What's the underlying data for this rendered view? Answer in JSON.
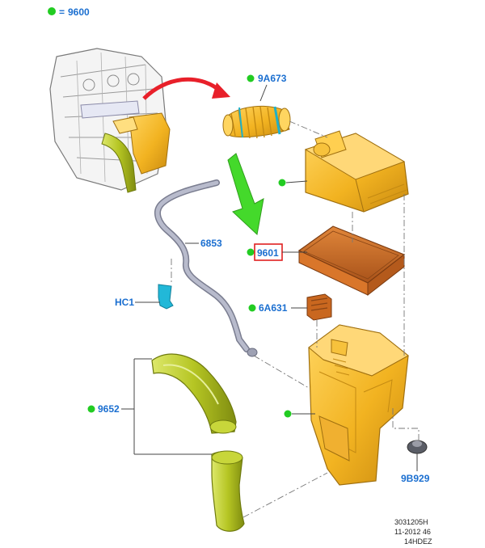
{
  "legend": {
    "symbol": "=",
    "code": "9600"
  },
  "parts": [
    {
      "id": "9A673",
      "label": "9A673"
    },
    {
      "id": "6853",
      "label": "6853"
    },
    {
      "id": "9601",
      "label": "9601",
      "highlighted": true
    },
    {
      "id": "HC1",
      "label": "HC1"
    },
    {
      "id": "6A631",
      "label": "6A631"
    },
    {
      "id": "9652",
      "label": "9652"
    },
    {
      "id": "9B929",
      "label": "9B929"
    }
  ],
  "reference": {
    "line1": "3031205H",
    "line2": "11-2012 46",
    "line3": "14HDEZ"
  },
  "colors": {
    "label_blue": "#1b6fd0",
    "dot_green": "#22cc22",
    "highlight_red": "#e02020",
    "arrow_red": "#e8202a",
    "arrow_green": "#44d92b",
    "part_orange": "#f2b321",
    "filter_brown": "#c9671f",
    "duct_green": "#b5c523",
    "hose_gray": "#9ea1b3"
  }
}
